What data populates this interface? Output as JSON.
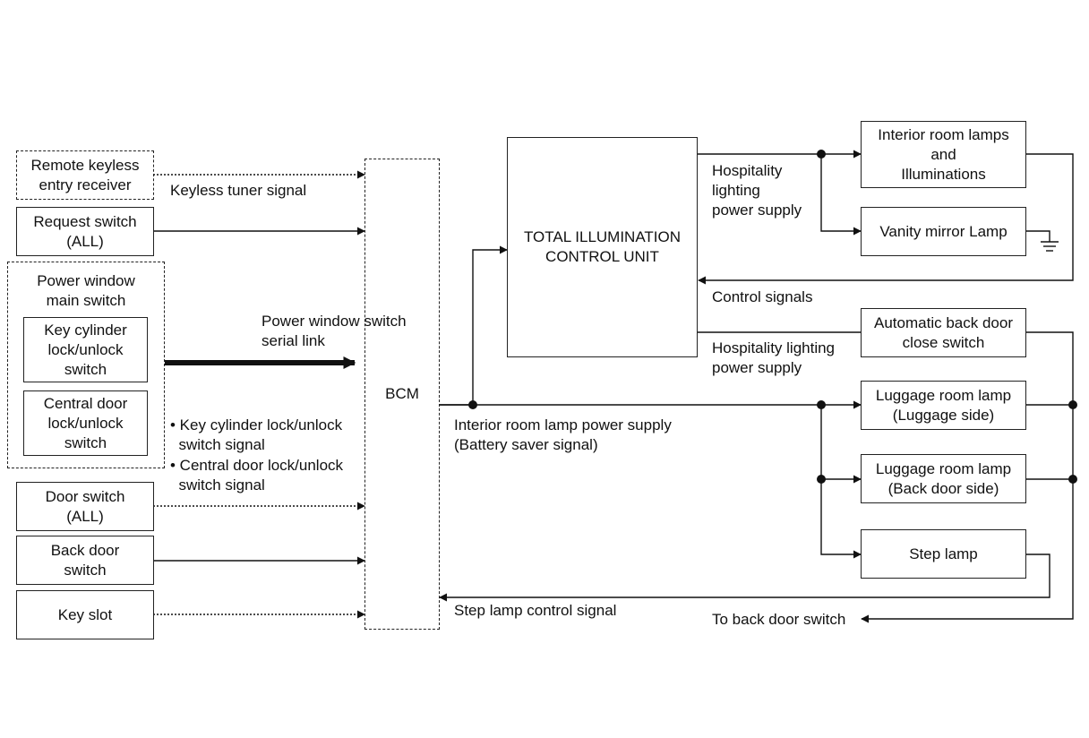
{
  "inputs": {
    "remote_keyless": [
      "Remote keyless",
      "entry receiver"
    ],
    "request_switch": [
      "Request switch",
      "(ALL)"
    ],
    "power_window": [
      "Power window",
      "main switch"
    ],
    "key_cylinder": [
      "Key cylinder",
      "lock/unlock",
      "switch"
    ],
    "central_door": [
      "Central door",
      "lock/unlock",
      "switch"
    ],
    "door_switch": [
      "Door switch",
      "(ALL)"
    ],
    "back_door_switch": [
      "Back door",
      "switch"
    ],
    "key_slot": [
      "Key slot"
    ]
  },
  "bcm": "BCM",
  "tic": [
    "TOTAL ILLUMINATION",
    "CONTROL UNIT"
  ],
  "outputs": {
    "interior_lamps": [
      "Interior room lamps",
      "and",
      "Illuminations"
    ],
    "vanity": [
      "Vanity mirror Lamp"
    ],
    "auto_back_door": [
      "Automatic back door",
      "close switch"
    ],
    "luggage_luggage": [
      "Luggage room lamp",
      "(Luggage side)"
    ],
    "luggage_back": [
      "Luggage room lamp",
      "(Back door side)"
    ],
    "step_lamp": [
      "Step lamp"
    ]
  },
  "labels": {
    "keyless_tuner": "Keyless tuner signal",
    "pw_serial": [
      "Power window switch",
      "serial link"
    ],
    "kc_signal": [
      "• Key cylinder lock/unlock",
      "  switch signal"
    ],
    "cd_signal": [
      "• Central door lock/unlock",
      "  switch signal"
    ],
    "hosp_1": [
      "Hospitality",
      "lighting",
      "power supply"
    ],
    "control_signals": "Control signals",
    "hosp_2": [
      "Hospitality lighting",
      "power supply"
    ],
    "interior_supply": [
      "Interior room lamp power supply",
      "(Battery saver signal)"
    ],
    "step_control": "Step lamp control signal",
    "to_back_door": "To back door switch"
  }
}
